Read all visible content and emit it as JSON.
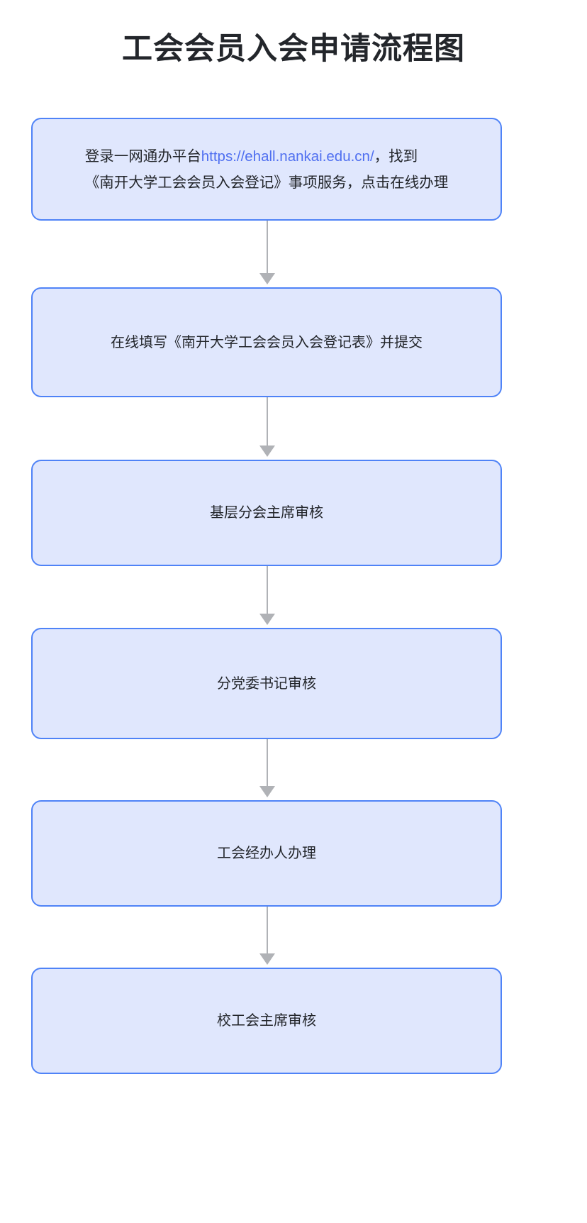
{
  "title": "工会会员入会申请流程图",
  "chart_data": {
    "type": "diagram",
    "title": "工会会员入会申请流程图",
    "orientation": "vertical",
    "node_count": 6,
    "connector_count": 5,
    "colors": {
      "node_fill": "#e0e7fd",
      "node_border": "#4f83f7",
      "connector": "#b0b2b6",
      "text": "#23262b",
      "link": "#4f6ff0",
      "background": "#ffffff"
    },
    "nodes": [
      {
        "id": "step-1",
        "label": "登录一网通办平台https://ehall.nankai.edu.cn/，找到《南开大学工会会员入会登记》事项服务，点击在线办理",
        "line_1_prefix": "登录一网通办平台",
        "line_1_link": "https://ehall.nankai.edu.cn/",
        "line_1_suffix": "，找到",
        "line_2": "《南开大学工会会员入会登记》事项服务，点击在线办理"
      },
      {
        "id": "step-2",
        "label": "在线填写《南开大学工会会员入会登记表》并提交"
      },
      {
        "id": "step-3",
        "label": "基层分会主席审核"
      },
      {
        "id": "step-4",
        "label": "分党委书记审核"
      },
      {
        "id": "step-5",
        "label": "工会经办人办理"
      },
      {
        "id": "step-6",
        "label": "校工会主席审核"
      }
    ],
    "edges": [
      {
        "from": "step-1",
        "to": "step-2",
        "label": ""
      },
      {
        "from": "step-2",
        "to": "step-3",
        "label": ""
      },
      {
        "from": "step-3",
        "to": "step-4",
        "label": ""
      },
      {
        "from": "step-4",
        "to": "step-5",
        "label": ""
      },
      {
        "from": "step-5",
        "to": "step-6",
        "label": ""
      }
    ]
  }
}
